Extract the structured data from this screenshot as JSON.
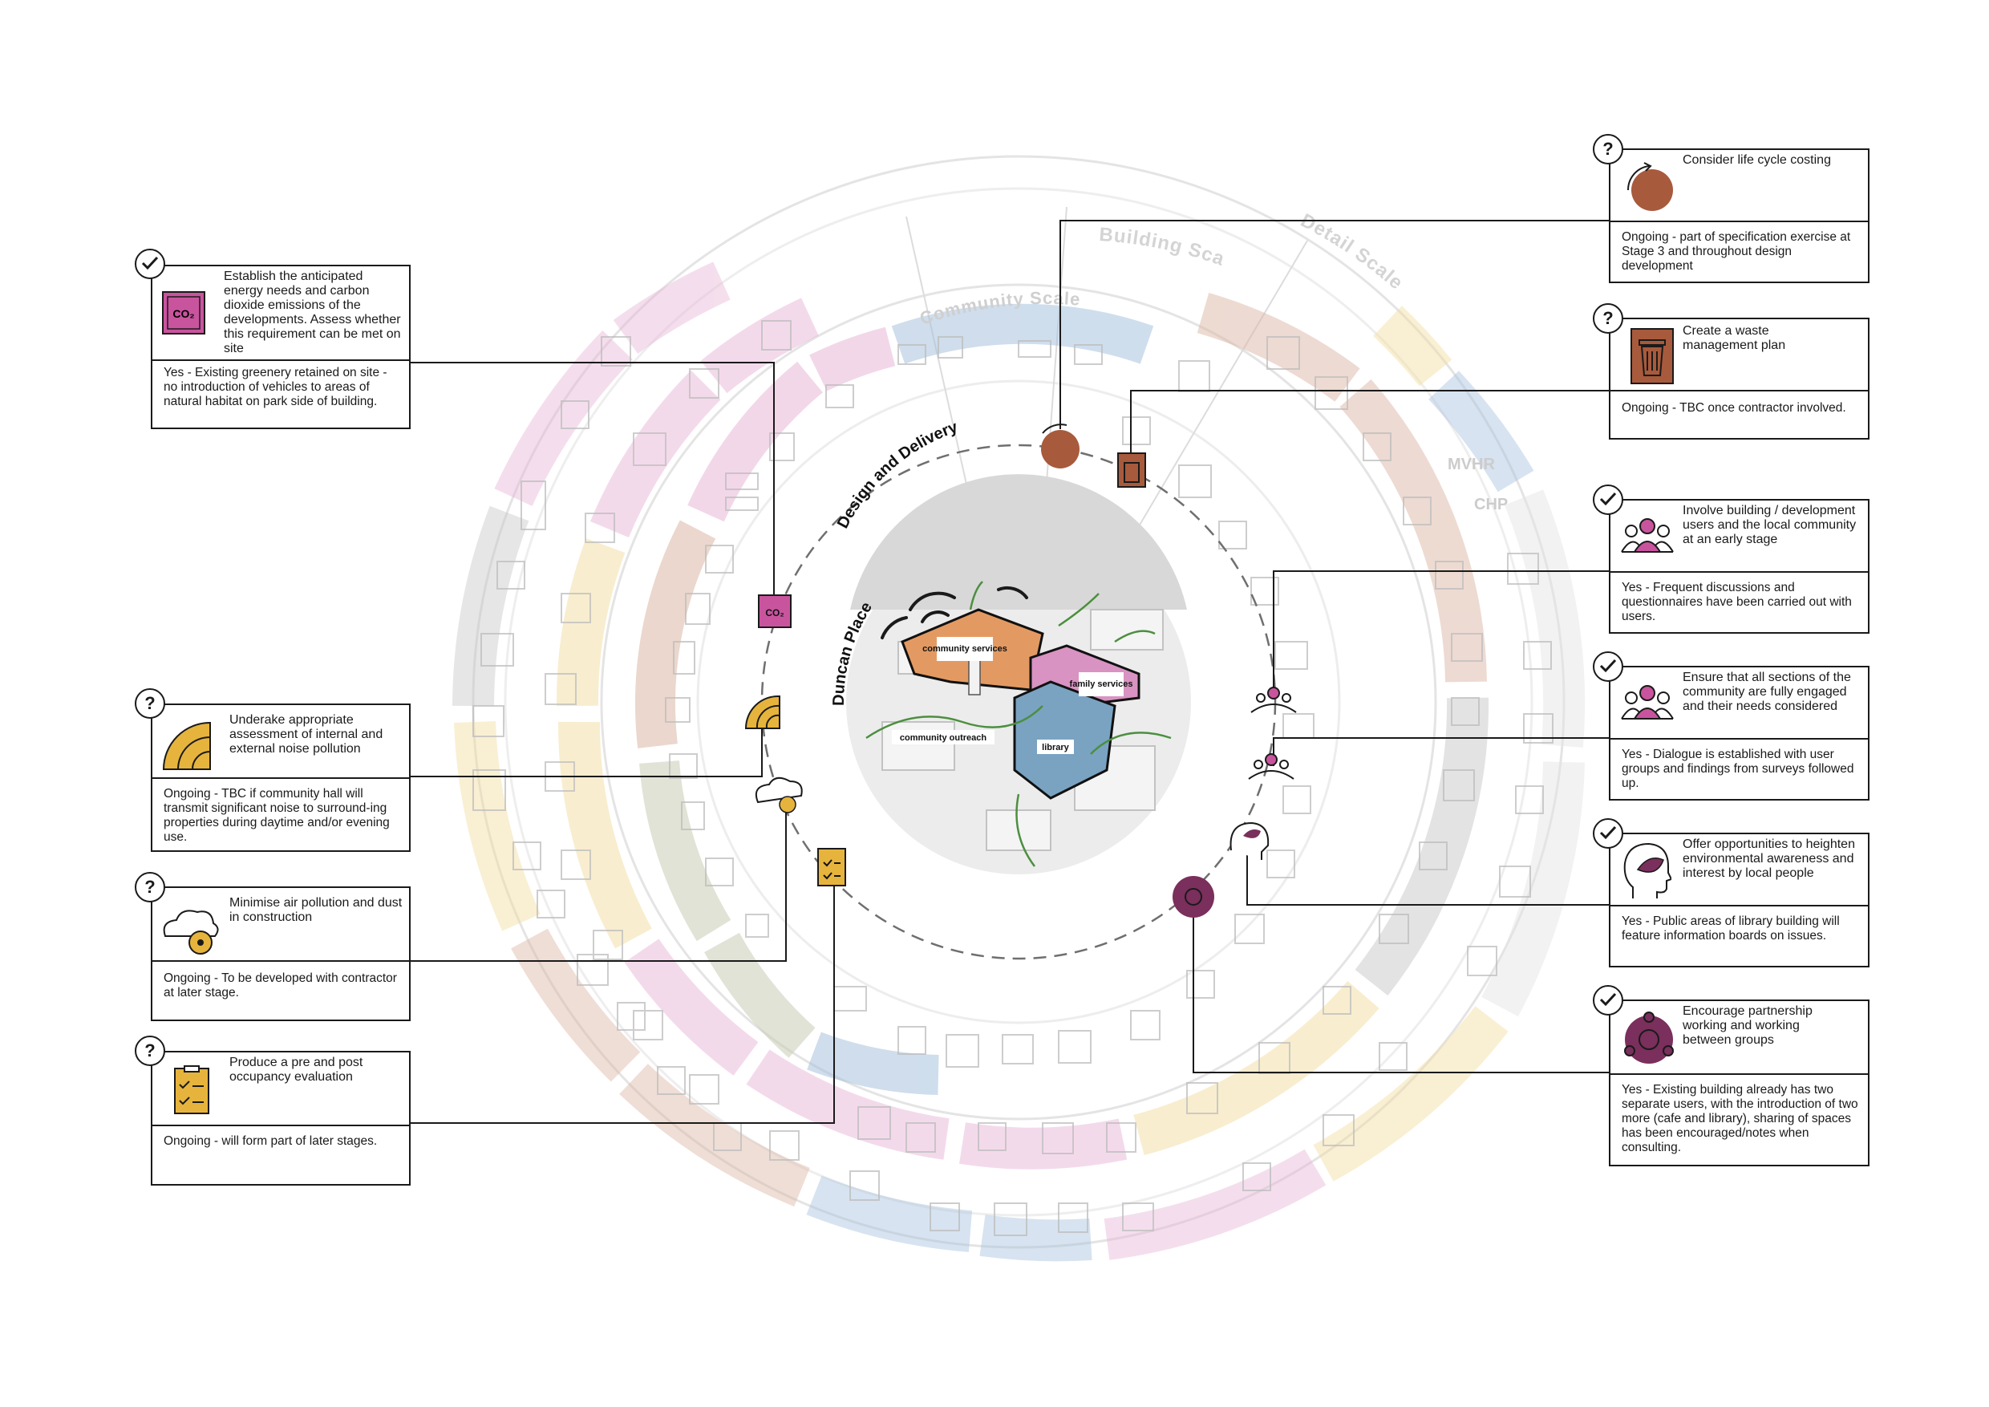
{
  "diagram": {
    "ring_labels": {
      "design_and_delivery": "Design and Delivery",
      "duncan_place": "Duncan Place",
      "community_scale": "Community Scale",
      "building_scale": "Building Scale",
      "detail_scale": "Detail Scale"
    },
    "site_labels": {
      "community_services": "community services",
      "family_services": "family services",
      "community_outreach": "community outreach",
      "library": "library"
    },
    "faint_labels": {
      "mvhr": "MVHR",
      "chp": "CHP"
    },
    "colors": {
      "pink": "#c9549e",
      "terracotta": "#a85a3c",
      "mustard": "#e6b43c",
      "plum": "#7a2f5c",
      "ring_blue": "#a8c3de",
      "ring_pink": "#e8b7d8",
      "ring_yellow": "#f3dda0",
      "ring_green": "#c7cdb3",
      "ring_brown": "#dcb7a6",
      "ring_grey": "#c9c9c9"
    }
  },
  "cards": [
    {
      "status": "check",
      "icon": "co2-icon",
      "title": "Establish the anticipated energy needs and carbon dioxide emissions of the developments. Assess whether this requirement can be met on site",
      "note": "Yes - Existing greenery retained on site - no introduction of vehicles to areas of natural habitat on park side of building."
    },
    {
      "status": "question",
      "icon": "noise-icon",
      "title": "Underake appropriate assessment of internal and external noise pollution",
      "note": "Ongoing - TBC if community hall will transmit significant noise to surround-ing properties during daytime and/or evening use."
    },
    {
      "status": "question",
      "icon": "dust-cloud-icon",
      "title": "Minimise air pollution and dust in construction",
      "note": "Ongoing - To be developed with contractor at later stage."
    },
    {
      "status": "question",
      "icon": "checklist-icon",
      "title": "Produce a pre and post occupancy evaluation",
      "note": "Ongoing - will form part of later stages."
    },
    {
      "status": "question",
      "icon": "life-cycle-icon",
      "title": "Consider life cycle costing",
      "note": "Ongoing - part of specification exercise at Stage 3 and throughout design development"
    },
    {
      "status": "question",
      "icon": "waste-bin-icon",
      "title": "Create a waste management plan",
      "note": "Ongoing - TBC once contractor involved."
    },
    {
      "status": "check",
      "icon": "users-icon",
      "title": "Involve building / development users and the local community at an early stage",
      "note": "Yes - Frequent discussions and questionnaires have been carried out with users."
    },
    {
      "status": "check",
      "icon": "users-icon",
      "title": "Ensure that all sections of the community are fully engaged and their needs considered",
      "note": "Yes - Dialogue is established with user groups and findings from surveys followed up."
    },
    {
      "status": "check",
      "icon": "head-leaf-icon",
      "title": "Offer opportunities to heighten environmental awareness and interest by local people",
      "note": "Yes - Public areas of library building will feature information boards on issues."
    },
    {
      "status": "check",
      "icon": "partnership-icon",
      "title": "Encourage partnership working and working between groups",
      "note": "Yes - Existing building already has two separate users, with the introduction of two more (cafe and library), sharing of spaces has been encouraged/notes when consulting."
    }
  ]
}
